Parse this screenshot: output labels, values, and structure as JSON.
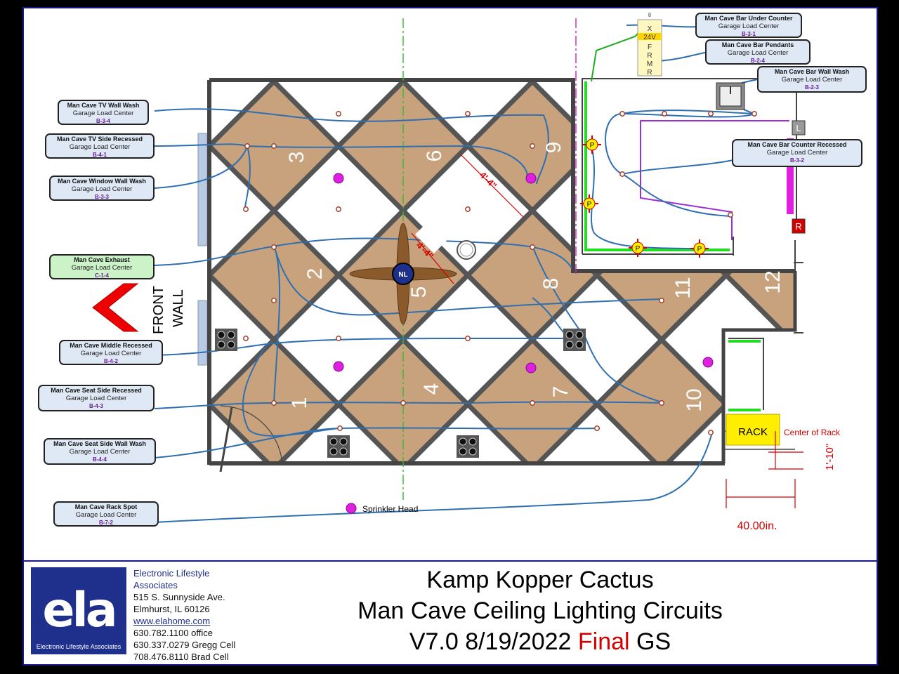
{
  "callouts": [
    {
      "id": "tv-wall-wash",
      "title": "Man Cave TV Wall Wash",
      "panel": "Garage Load Center",
      "circuit": "B-3-4"
    },
    {
      "id": "tv-side-recessed",
      "title": "Man Cave TV Side Recessed",
      "panel": "Garage Load Center",
      "circuit": "B-4-1"
    },
    {
      "id": "window-wall-wash",
      "title": "Man Cave Window Wall Wash",
      "panel": "Garage Load Center",
      "circuit": "B-3-3"
    },
    {
      "id": "exhaust",
      "title": "Man Cave Exhaust",
      "panel": "Garage Load Center",
      "circuit": "C-1-4"
    },
    {
      "id": "middle-recessed",
      "title": "Man Cave Middle Recessed",
      "panel": "Garage Load Center",
      "circuit": "B-4-2"
    },
    {
      "id": "seat-side-recessed",
      "title": "Man Cave Seat Side Recessed",
      "panel": "Garage Load Center",
      "circuit": "B-4-3"
    },
    {
      "id": "seat-side-wall-wash",
      "title": "Man Cave Seat Side Wall Wash",
      "panel": "Garage Load Center",
      "circuit": "B-4-4"
    },
    {
      "id": "rack-spot",
      "title": "Man Cave Rack Spot",
      "panel": "Garage Load Center",
      "circuit": "B-7-2"
    },
    {
      "id": "bar-under-counter",
      "title": "Man Cave Bar Under Counter",
      "panel": "Garage Load Center",
      "circuit": "B-3-1"
    },
    {
      "id": "bar-pendants",
      "title": "Man Cave Bar Pendants",
      "panel": "Garage Load Center",
      "circuit": "B-2-4"
    },
    {
      "id": "bar-wall-wash",
      "title": "Man Cave Bar Wall Wash",
      "panel": "Garage Load Center",
      "circuit": "B-2-3"
    },
    {
      "id": "bar-counter-recessed",
      "title": "Man Cave Bar Counter Recessed",
      "panel": "Garage Load Center",
      "circuit": "B-3-2"
    }
  ],
  "panels": {
    "numbers": [
      "1",
      "2",
      "3",
      "4",
      "5",
      "6",
      "7",
      "8",
      "9",
      "10",
      "11",
      "12"
    ]
  },
  "labels": {
    "front_wall_line1": "FRONT",
    "front_wall_line2": "WALL",
    "fan": "NL",
    "dim_diag": "4'-4\"",
    "dim_fan": "4'-4\"",
    "rack": "RACK",
    "center_of_rack": "Center of Rack",
    "dim_rack_v": "1'-10\"",
    "dim_rack_h": "40.00in.",
    "sprinkler_legend": "Sprinkler Head",
    "xfmr_top": "8",
    "xfmr_x": "X",
    "xfmr_24v": "24V",
    "xfmr_f": "F",
    "xfmr_r": "R",
    "xfmr_m": "M",
    "xfmr_r2": "R",
    "pendant": "P",
    "box_l": "L",
    "box_r": "R"
  },
  "company": {
    "logo": "ela",
    "logo_sub": "Electronic Lifestyle Associates",
    "name1": "Electronic Lifestyle",
    "name2": "Associates",
    "street": "515 S. Sunnyside Ave.",
    "city": "Elmhurst, IL 60126",
    "web": "www.elahome.com",
    "office": "630.782.1100 office",
    "cell1": "630.337.0279 Gregg Cell",
    "cell2": "708.476.8110 Brad Cell"
  },
  "title": {
    "line1": "Kamp Kopper Cactus",
    "line2": "Man Cave Ceiling Lighting Circuits",
    "line3_a": "V7.0 8/19/2022 ",
    "line3_b": "Final",
    "line3_c": " GS"
  },
  "colors": {
    "panel_fill": "#c8a27c",
    "beam": "#555555",
    "wire": "#2f6fb0",
    "sprinkler": "#e020e0",
    "green": "#22dd22",
    "purple": "#9b30d9",
    "dim_red": "#d40000",
    "rack_yellow": "#ffee00",
    "title_blue": "#1e2f8c"
  }
}
